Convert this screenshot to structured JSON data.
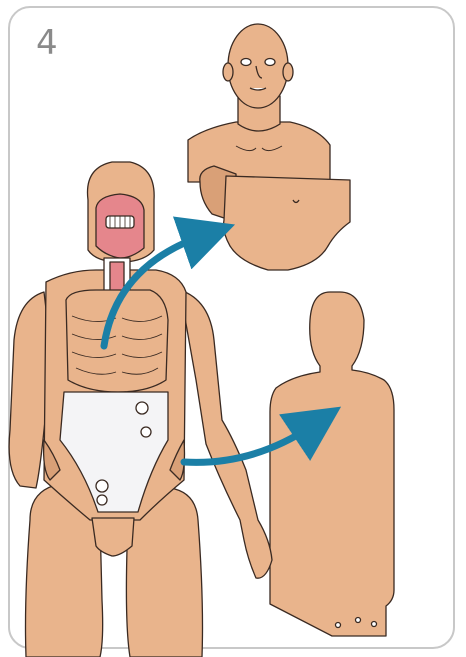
{
  "step": {
    "number": "4"
  },
  "colors": {
    "skin": "#e9b48c",
    "skin_shadow": "#d9a077",
    "outline": "#3a2a22",
    "arrow": "#1b7fa6",
    "chest_plate": "#f4f4f6",
    "airway": "#e5868c",
    "frame_border": "#c8c8c8",
    "step_number": "#8a8a8a"
  },
  "illustration": {
    "main": "manikin-with-skins-removed",
    "removed_parts": [
      "head-and-chest-skin",
      "back-torso-skin"
    ],
    "arrows": 2
  }
}
